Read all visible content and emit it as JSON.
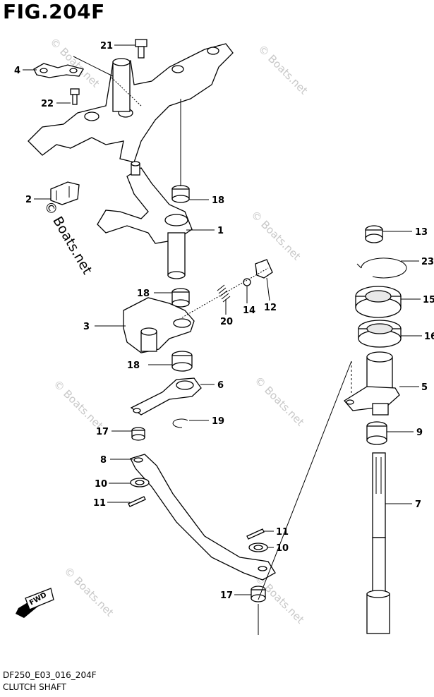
{
  "figure": {
    "title": "FIG.204F",
    "code": "DF250_E03_016_204F",
    "caption": "CLUTCH SHAFT"
  },
  "watermark": {
    "text": "© Boats.net"
  },
  "fwd_label": "FWD",
  "callouts": {
    "c21": "21",
    "c4": "4",
    "c22": "22",
    "c2": "2",
    "c18a": "18",
    "c1": "1",
    "c13": "13",
    "c23": "23",
    "c15": "15",
    "c16": "16",
    "c18b": "18",
    "c14": "14",
    "c12": "12",
    "c20": "20",
    "c3": "3",
    "c18c": "18",
    "c6": "6",
    "c5": "5",
    "c19": "19",
    "c9": "9",
    "c17a": "17",
    "c8": "8",
    "c10a": "10",
    "c11a": "11",
    "c7": "7",
    "c11b": "11",
    "c10b": "10",
    "c17b": "17"
  }
}
